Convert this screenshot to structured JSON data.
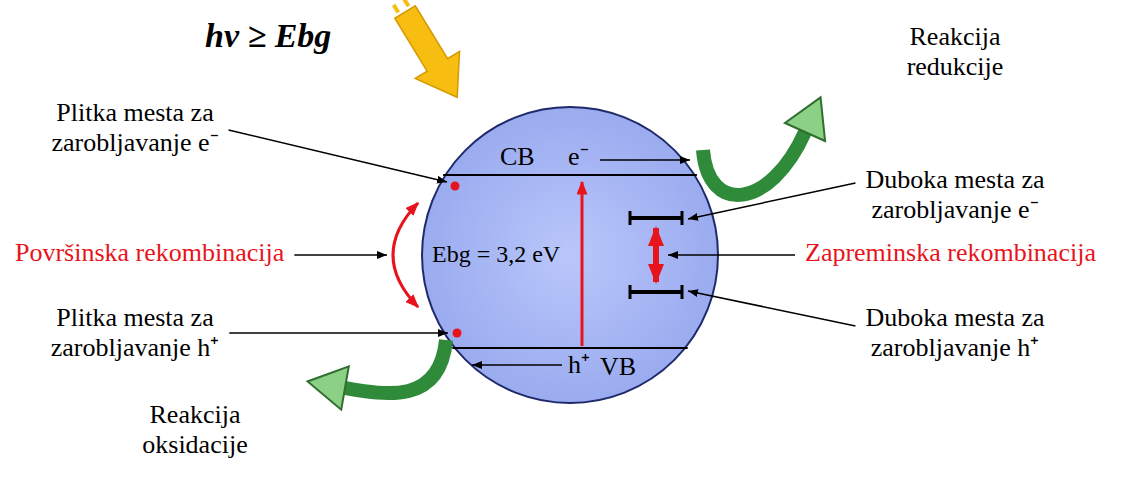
{
  "diagram": {
    "nodes": [
      {
        "text": [
          "CB",
          "e⁻",
          "Ebg = 3,2 eV",
          "h⁺",
          "VB"
        ]
      }
    ],
    "labels": [
      "hν ≥ Ebg",
      "Reakcija redukcije",
      "Plitka mesta za zarobljavanje e⁻",
      "Duboka mesta za zarobljavanje e⁻",
      "Površinska rekombinacija",
      "Zapreminska rekombinacija",
      "Plitka mesta za zarobljavanje h⁺",
      "Duboka mesta za zarobljavanje h⁺",
      "Reakcija oksidacije"
    ]
  }
}
